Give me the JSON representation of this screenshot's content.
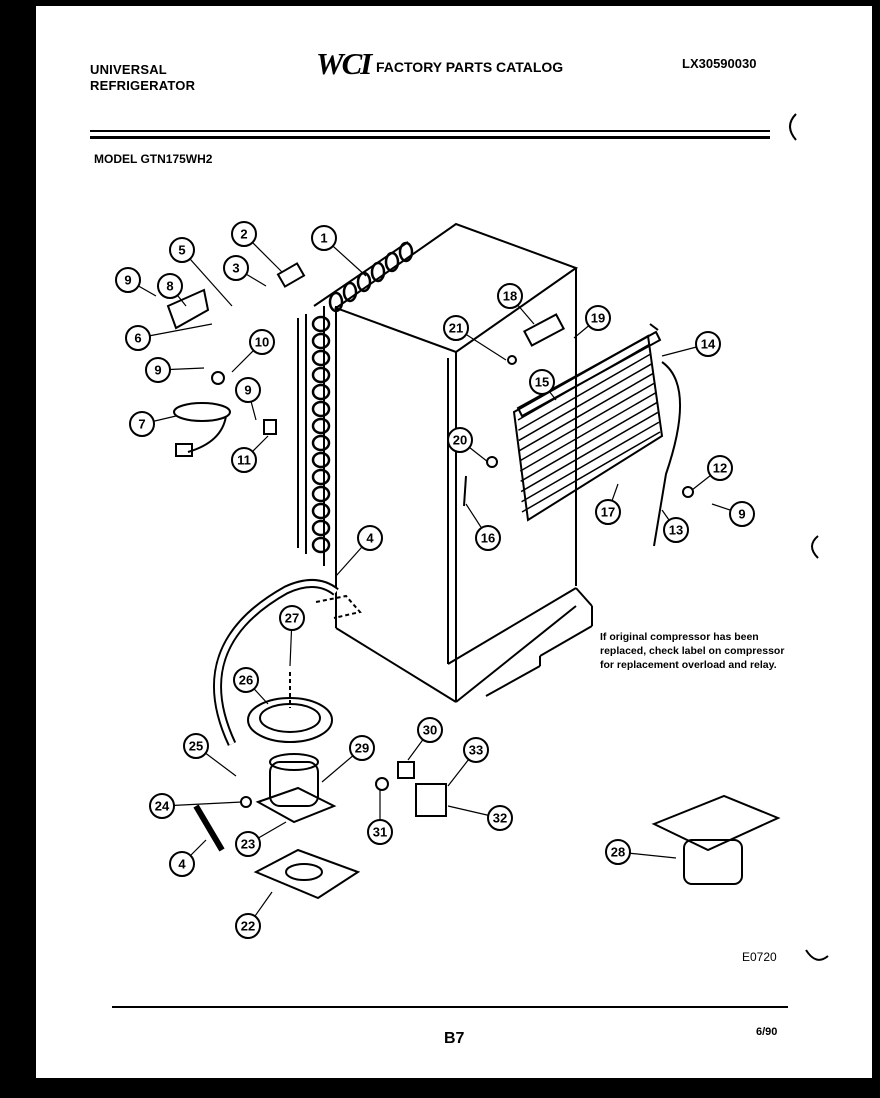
{
  "header": {
    "brand_line1": "UNIVERSAL",
    "brand_line2": "REFRIGERATOR",
    "logo": "WCI",
    "catalog_title": "FACTORY PARTS CATALOG",
    "catalog_number": "LX30590030",
    "model": "MODEL GTN175WH2"
  },
  "note": "If original compressor has been replaced, check label on compressor for replacement overload and relay.",
  "diagram_ref": "E0720",
  "page_number": "B7",
  "date": "6/90",
  "callouts": [
    "1",
    "2",
    "3",
    "5",
    "8",
    "9",
    "6",
    "9",
    "10",
    "9",
    "7",
    "11",
    "18",
    "21",
    "19",
    "14",
    "15",
    "20",
    "12",
    "9",
    "17",
    "13",
    "16",
    "4",
    "27",
    "26",
    "25",
    "29",
    "30",
    "33",
    "24",
    "31",
    "32",
    "23",
    "4",
    "22",
    "28"
  ]
}
